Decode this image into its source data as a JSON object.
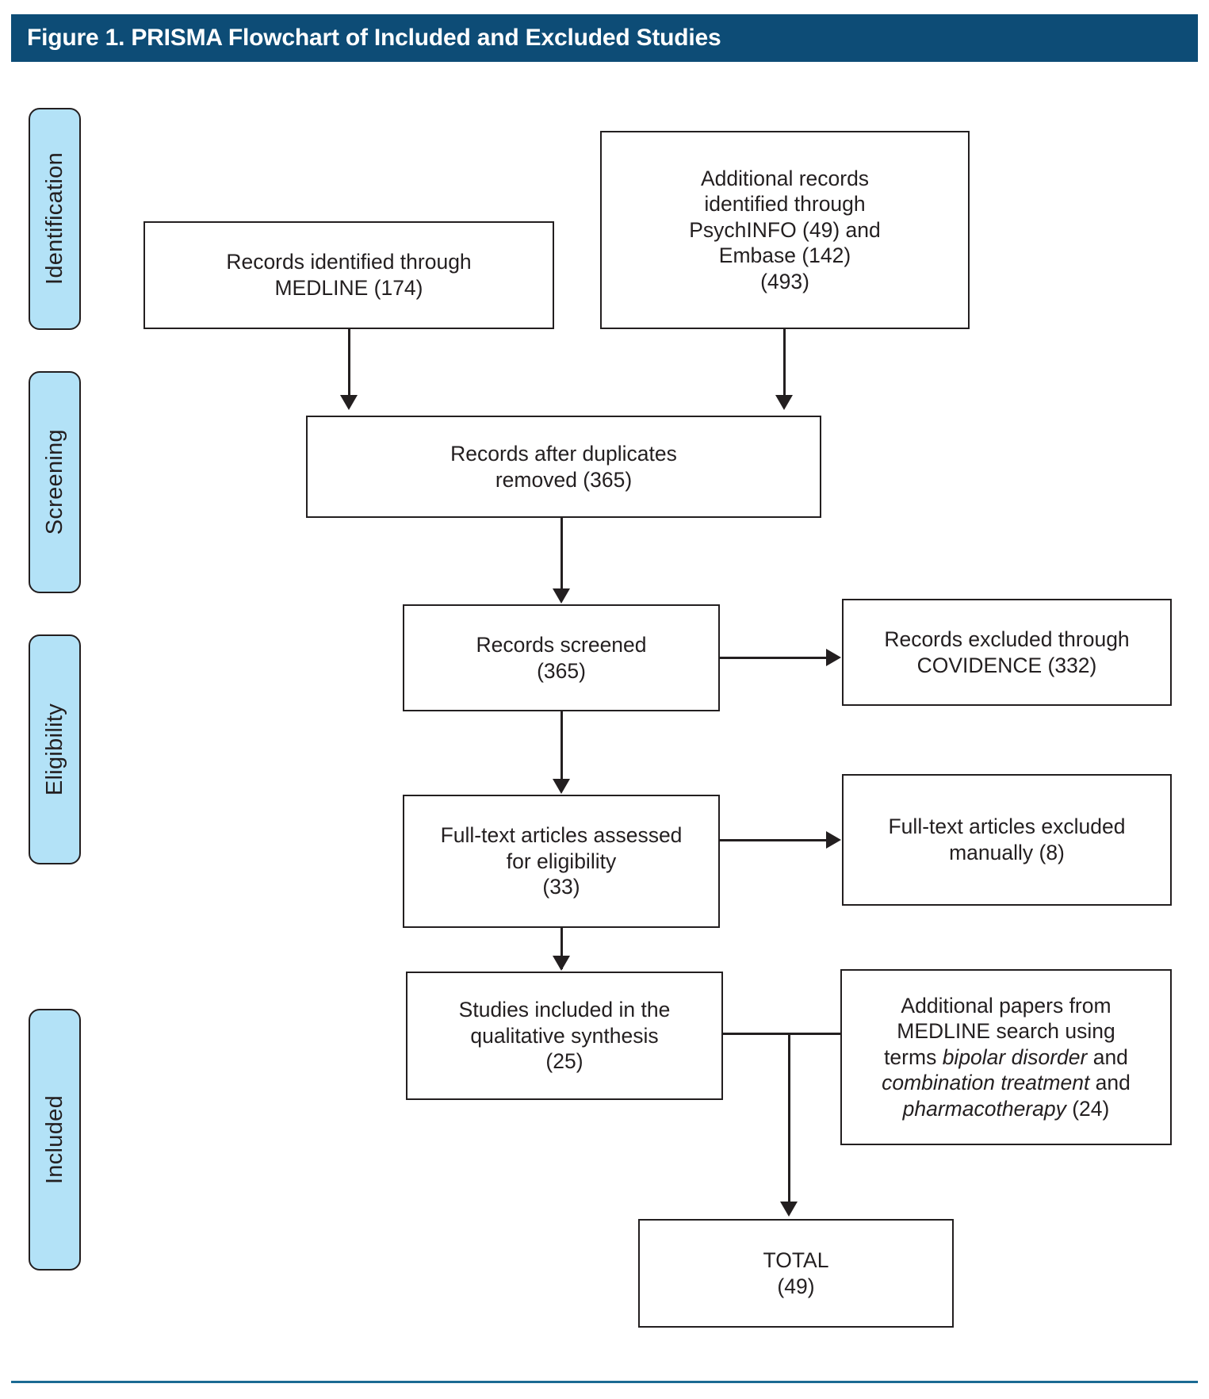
{
  "figure": {
    "title": "Figure 1. PRISMA Flowchart of Included and Excluded Studies",
    "title_bar_color": "#0d4c76",
    "stage_fill_color": "#b3e2f7",
    "stage_border_color": "#231f20",
    "bottom_rule_color": "#1b6a93"
  },
  "stages": [
    {
      "label": "Identification"
    },
    {
      "label": "Screening"
    },
    {
      "label": "Eligibility"
    },
    {
      "label": "Included"
    }
  ],
  "boxes": {
    "medline": "Records identified through\nMEDLINE (174)",
    "additional_records": "Additional records\nidentified through\nPsychINFO (49) and\nEmbase (142)\n(493)",
    "duplicates_removed": "Records after duplicates\nremoved (365)",
    "records_screened": "Records screened\n(365)",
    "records_excluded": "Records excluded through\nCOVIDENCE (332)",
    "fulltext_assessed": "Full-text articles assessed\nfor eligibility\n(33)",
    "fulltext_excluded": "Full-text articles excluded\nmanually (8)",
    "studies_included": "Studies included in the\nqualitative synthesis\n(25)",
    "total": "TOTAL\n(49)"
  },
  "additional_papers": {
    "line1": "Additional papers from",
    "line2": "MEDLINE search using",
    "line3_pre": "terms ",
    "line3_italic": "bipolar disorder",
    "line3_post": " and",
    "line4_italic": "combination treatment",
    "line4_post": " and",
    "line5_italic": "pharmacotherapy",
    "line5_post": " (24)"
  },
  "chart_data": {
    "type": "diagram",
    "title": "Figure 1. PRISMA Flowchart of Included and Excluded Studies",
    "stages": [
      "Identification",
      "Screening",
      "Eligibility",
      "Included"
    ],
    "nodes": [
      {
        "id": "medline",
        "stage": "Identification",
        "label": "Records identified through MEDLINE (174)",
        "value": 174
      },
      {
        "id": "additional_records",
        "stage": "Identification",
        "label": "Additional records identified through PsychINFO (49) and Embase (142) (493)",
        "value": 493,
        "components": {
          "PsychINFO": 49,
          "Embase": 142
        }
      },
      {
        "id": "duplicates_removed",
        "stage": "Screening",
        "label": "Records after duplicates removed (365)",
        "value": 365
      },
      {
        "id": "records_screened",
        "stage": "Screening",
        "label": "Records screened (365)",
        "value": 365
      },
      {
        "id": "records_excluded",
        "stage": "Screening",
        "label": "Records excluded through COVIDENCE (332)",
        "value": 332
      },
      {
        "id": "fulltext_assessed",
        "stage": "Eligibility",
        "label": "Full-text articles assessed for eligibility (33)",
        "value": 33
      },
      {
        "id": "fulltext_excluded",
        "stage": "Eligibility",
        "label": "Full-text articles excluded manually (8)",
        "value": 8
      },
      {
        "id": "studies_included",
        "stage": "Included",
        "label": "Studies included in the qualitative synthesis (25)",
        "value": 25
      },
      {
        "id": "additional_papers",
        "stage": "Included",
        "label": "Additional papers from MEDLINE search using terms bipolar disorder and combination treatment and pharmacotherapy (24)",
        "value": 24
      },
      {
        "id": "total",
        "stage": "Included",
        "label": "TOTAL (49)",
        "value": 49
      }
    ],
    "edges": [
      {
        "from": "medline",
        "to": "duplicates_removed"
      },
      {
        "from": "additional_records",
        "to": "duplicates_removed"
      },
      {
        "from": "duplicates_removed",
        "to": "records_screened"
      },
      {
        "from": "records_screened",
        "to": "records_excluded"
      },
      {
        "from": "records_screened",
        "to": "fulltext_assessed"
      },
      {
        "from": "fulltext_assessed",
        "to": "fulltext_excluded"
      },
      {
        "from": "fulltext_assessed",
        "to": "studies_included"
      },
      {
        "from": "studies_included",
        "to": "total"
      },
      {
        "from": "additional_papers",
        "to": "total"
      }
    ]
  }
}
